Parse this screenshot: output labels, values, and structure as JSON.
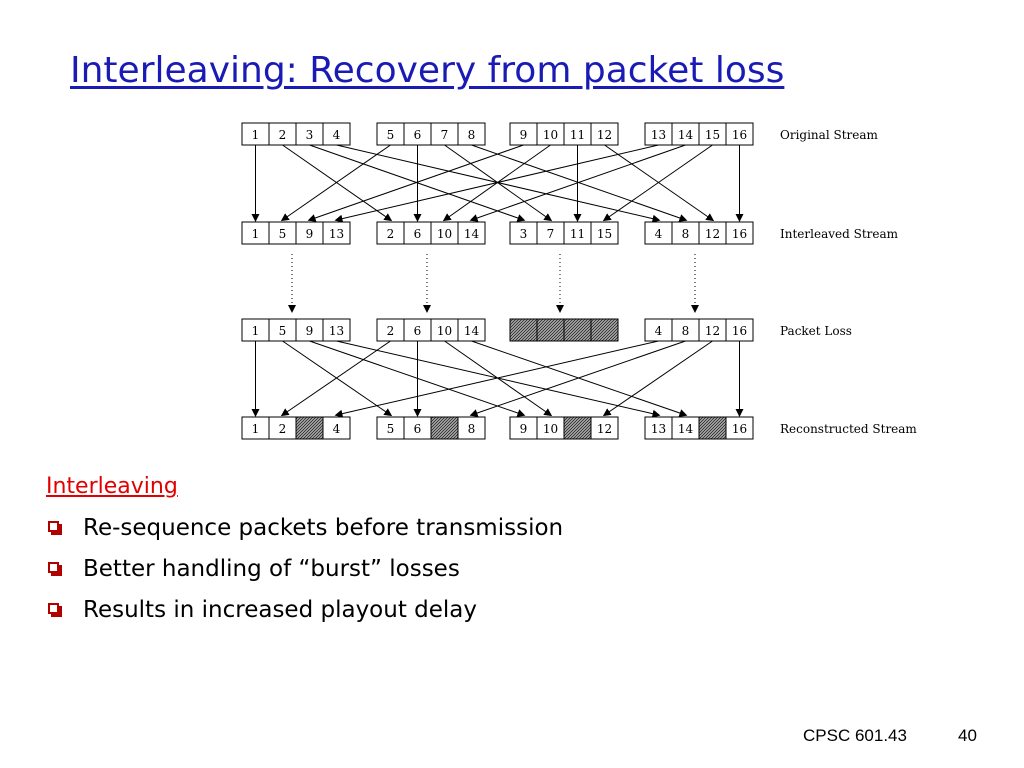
{
  "title": "Interleaving: Recovery from packet loss",
  "diagram": {
    "rows": [
      {
        "label": "Original Stream",
        "groups": [
          [
            "1",
            "2",
            "3",
            "4"
          ],
          [
            "5",
            "6",
            "7",
            "8"
          ],
          [
            "9",
            "10",
            "11",
            "12"
          ],
          [
            "13",
            "14",
            "15",
            "16"
          ]
        ]
      },
      {
        "label": "Interleaved Stream",
        "groups": [
          [
            "1",
            "5",
            "9",
            "13"
          ],
          [
            "2",
            "6",
            "10",
            "14"
          ],
          [
            "3",
            "7",
            "11",
            "15"
          ],
          [
            "4",
            "8",
            "12",
            "16"
          ]
        ]
      },
      {
        "label": "Packet Loss",
        "groups": [
          [
            "1",
            "5",
            "9",
            "13"
          ],
          [
            "2",
            "6",
            "10",
            "14"
          ],
          [
            "",
            "",
            "",
            ""
          ],
          [
            "4",
            "8",
            "12",
            "16"
          ]
        ],
        "lost_group": 2
      },
      {
        "label": "Reconstructed Stream",
        "groups": [
          [
            "1",
            "2",
            "",
            "4"
          ],
          [
            "5",
            "6",
            "",
            "8"
          ],
          [
            "9",
            "10",
            "",
            "12"
          ],
          [
            "13",
            "14",
            "",
            "16"
          ]
        ],
        "lost_cell": 2
      }
    ],
    "lost_fill_color": "#7a7a7a"
  },
  "bullets": {
    "heading": "Interleaving",
    "items": [
      "Re-sequence packets before transmission",
      "Better handling of “burst” losses",
      "Results in increased playout delay"
    ]
  },
  "footer": {
    "course": "CPSC 601.43",
    "page": "40"
  },
  "colors": {
    "title": "#1a1ab4",
    "heading": "#e00000",
    "bullet": "#b00000"
  }
}
